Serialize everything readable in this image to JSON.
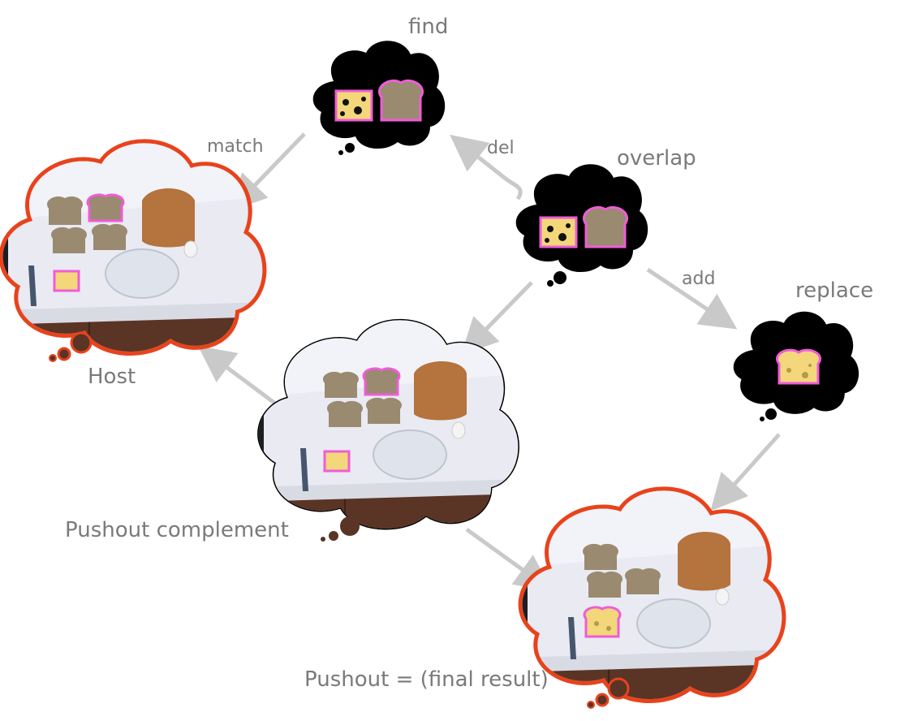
{
  "nodes": {
    "find": "find",
    "overlap": "overlap",
    "replace": "replace",
    "host": "Host",
    "complement": "Pushout complement",
    "pushout": "Pushout = (final result)"
  },
  "edges": {
    "match": "match",
    "del": "del",
    "add": "add"
  },
  "colors": {
    "cloud_fill": "#000000",
    "host_outline": "#e8431c",
    "highlight": "#f05cd8",
    "bread": "#9a8a70",
    "cheese": "#f3d77a",
    "plate": "#dfe3ec",
    "table_top": "#e9eaf2",
    "wood": "#5a3424",
    "arrow": "#c9c9c9",
    "label": "#7a7a7a"
  },
  "icons": [
    "cheese-slice-icon",
    "bread-slice-icon",
    "cheese-bread-icon",
    "bread-loaf-icon",
    "plate-icon",
    "knife-icon",
    "egg-icon"
  ]
}
